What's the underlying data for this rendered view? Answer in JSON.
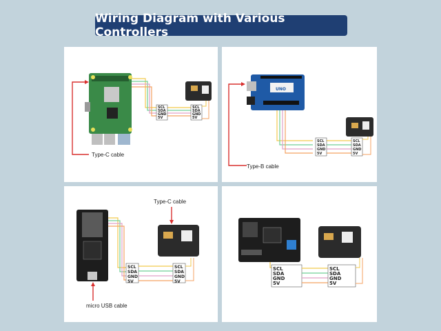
{
  "title": "Wiring Diagram with Various Controllers",
  "pins": [
    "SCL",
    "SDA",
    "GND",
    "5V"
  ],
  "panels": [
    {
      "cable_label": "Type-C cable"
    },
    {
      "cable_label": "Type-B cable"
    },
    {
      "cable_label": "Type-C cable",
      "cable_label_2": "micro USB cable"
    },
    {}
  ],
  "colors": {
    "title_bg": "#1f3f73",
    "background": "#c2d3dc",
    "arrow": "#d9302f",
    "wire_scl": "#f2c94c",
    "wire_sda": "#6fcf97",
    "wire_gnd": "#e0a0c8",
    "wire_5v": "#f4a261"
  }
}
